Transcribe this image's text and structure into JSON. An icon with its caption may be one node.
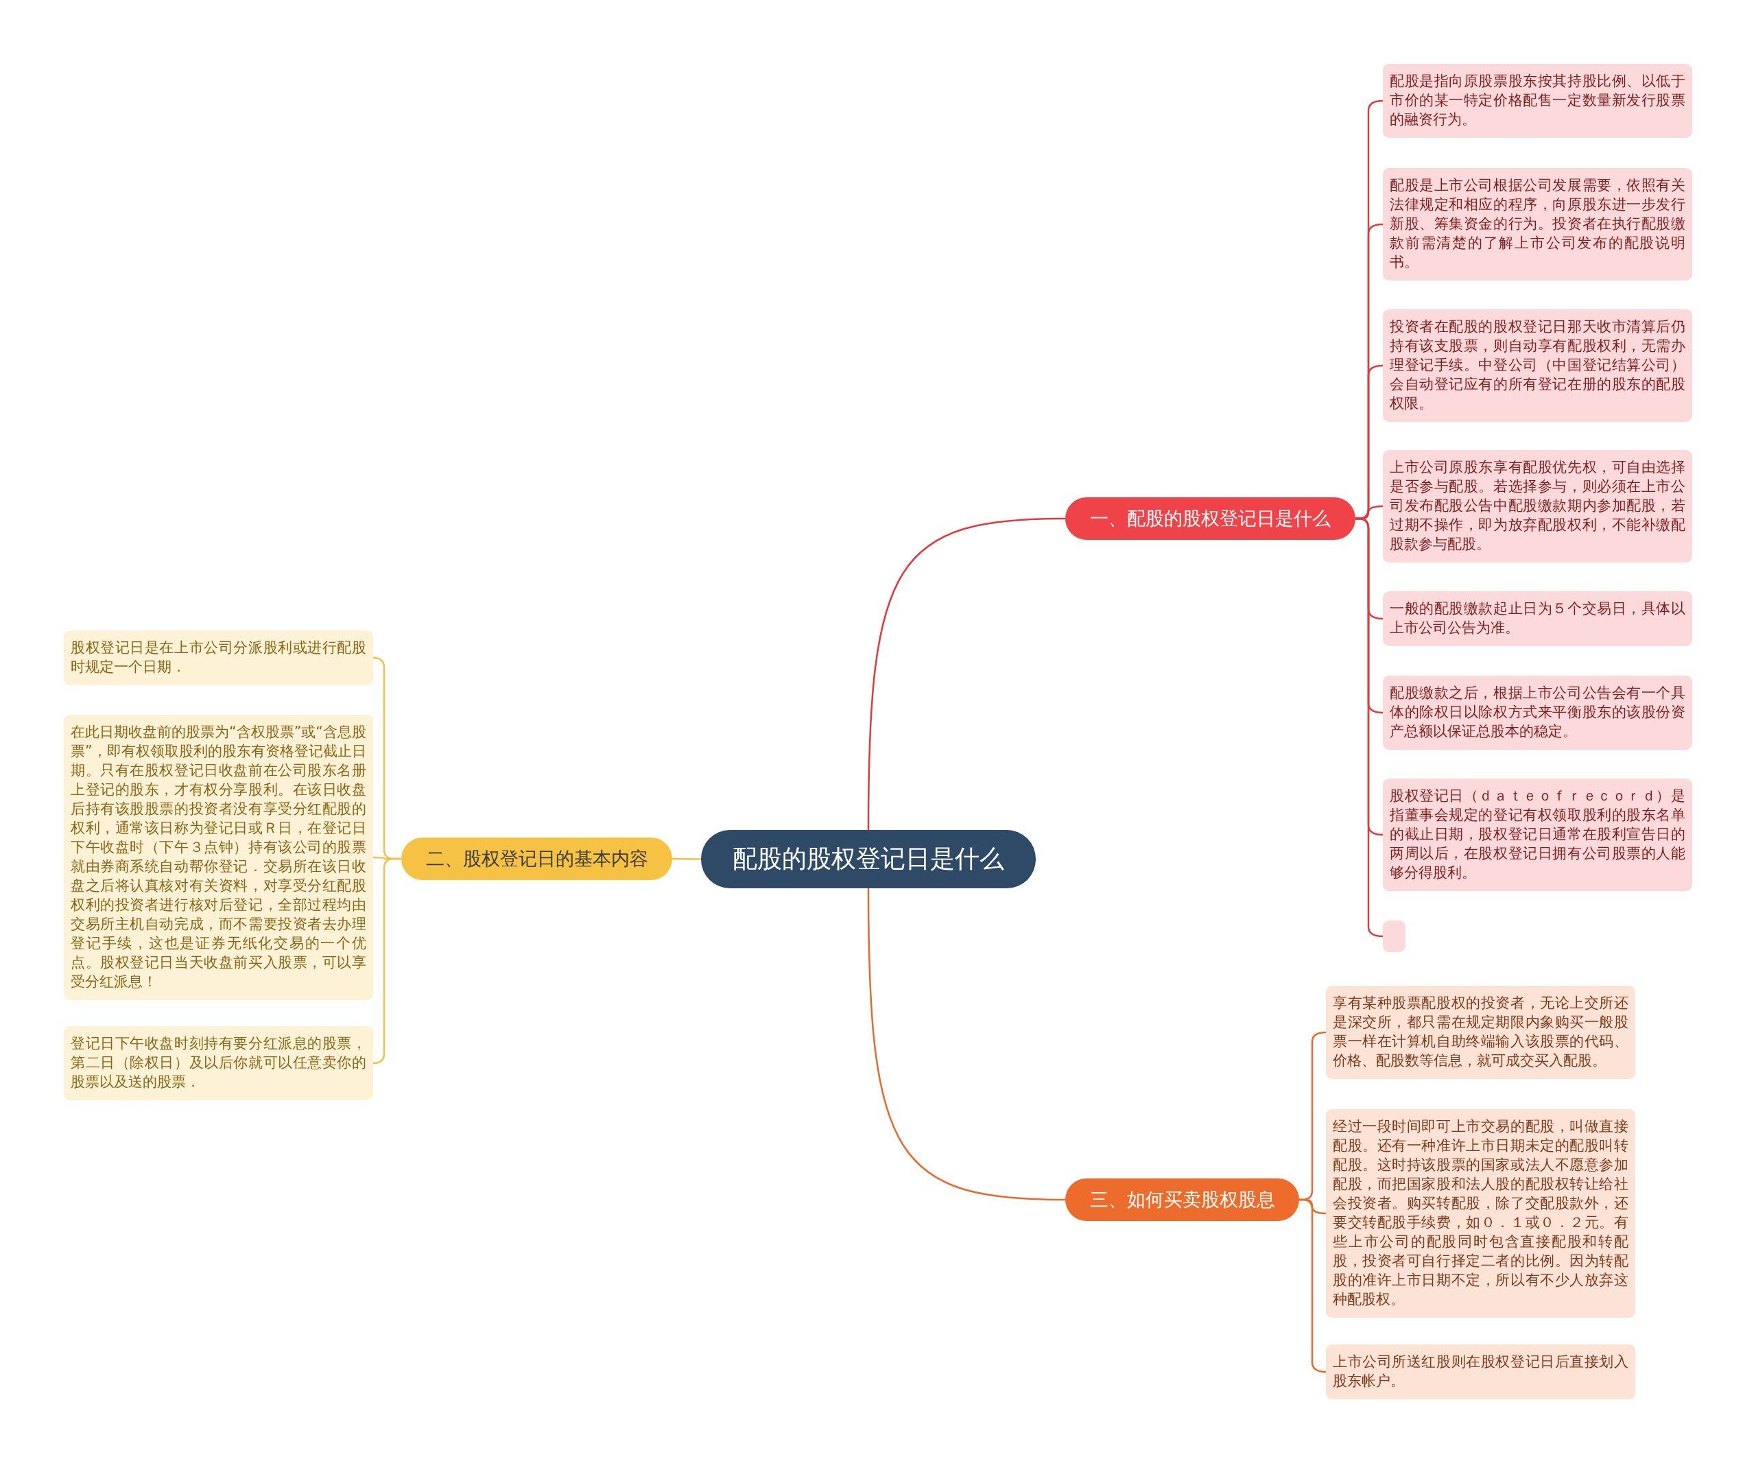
{
  "diagram": {
    "nodes": [
      {
        "text": [
          "配股的股权登记日是什么"
        ]
      },
      {
        "text": [
          "一、配股的股权登记日是什么"
        ]
      },
      {
        "text": [
          "配股是指向原股票股东按其持股比例、以低于市价的某一特定价格配售一定数量新发行股票的融资行为。"
        ]
      },
      {
        "text": [
          "配股是上市公司根据公司发展需要，依照有关法律规定和相应的程序，向原股东进一步发行新股、筹集资金的行为。投资者在执行配股缴款前需清楚的了解上市公司发布的配股说明书。"
        ]
      },
      {
        "text": [
          "投资者在配股的股权登记日那天收市清算后仍持有该支股票，则自动享有配股权利，无需办理登记手续。中登公司（中国登记结算公司）会自动登记应有的所有登记在册的股东的配股权限。"
        ]
      },
      {
        "text": [
          "上市公司原股东享有配股优先权，可自由选择是否参与配股。若选择参与，则必须在上市公司发布配股公告中配股缴款期内参加配股，若过期不操作，即为放弃配股权利，不能补缴配股款参与配股。"
        ]
      },
      {
        "text": [
          "一般的配股缴款起止日为５个交易日，具体以上市公司公告为准。"
        ]
      },
      {
        "text": [
          "配股缴款之后，根据上市公司公告会有一个具体的除权日以除权方式来平衡股东的该股份资产总额以保证总股本的稳定。"
        ]
      },
      {
        "text": [
          "股权登记日（ｄａｔｅｏｆｒｅｃｏｒｄ）是指董事会规定的登记有权领取股利的股东名单的截止日期，股权登记日通常在股利宣告日的两周以后，在股权登记日拥有公司股票的人能够分得股利。"
        ]
      },
      {
        "text": [],
        "shape": "box"
      },
      {
        "text": [
          "二、股权登记日的基本内容"
        ]
      },
      {
        "text": [
          "股权登记日是在上市公司分派股利或进行配股时规定一个日期．"
        ]
      },
      {
        "text": [
          "在此日期收盘前的股票为“含权股票”或“含息股票”，即有权领取股利的股东有资格登记截止日期。只有在股权登记日收盘前在公司股东名册上登记的股东，才有权分享股利。在该日收盘后持有该股股票的投资者没有享受分红配股的权利，通常该日称为登记日或Ｒ日，在登记日下午收盘时（下午３点钟）持有该公司的股票就由券商系统自动帮你登记．交易所在该日收盘之后将认真核对有关资料，对享受分红配股权利的投资者进行核对后登记，全部过程均由交易所主机自动完成，而不需要投资者去办理登记手续，这也是证券无纸化交易的一个优点。股权登记日当天收盘前买入股票，可以享受分红派息！"
        ]
      },
      {
        "text": [
          "登记日下午收盘时刻持有要分红派息的股票，第二日（除权日）及以后你就可以任意卖你的股票以及送的股票．"
        ]
      },
      {
        "text": [
          "三、如何买卖股权股息"
        ]
      },
      {
        "text": [
          "享有某种股票配股权的投资者，无论上交所还是深交所，都只需在规定期限内象购买一般股票一样在计算机自助终端输入该股票的代码、价格、配股数等信息，就可成交买入配股。"
        ]
      },
      {
        "text": [
          "经过一段时间即可上市交易的配股，叫做直接配股。还有一种准许上市日期未定的配股叫转配股。这时持该股票的国家或法人不愿意参加配股，而把国家股和法人股的配股权转让给社会投资者。购买转配股，除了交配股款外，还要交转配股手续费，如０．１或０．２元。有些上市公司的配股同时包含直接配股和转配股，投资者可自行择定二者的比例。因为转配股的准许上市日期不定，所以有不少人放弃这种配股权。"
        ]
      },
      {
        "text": [
          "上市公司所送红股则在股权登记日后直接划入股东帐户。"
        ]
      }
    ],
    "edges": [
      {
        "from": 0,
        "to": 1,
        "arrow": "none"
      },
      {
        "from": 1,
        "to": 2,
        "arrow": "none"
      },
      {
        "from": 1,
        "to": 3,
        "arrow": "none"
      },
      {
        "from": 1,
        "to": 4,
        "arrow": "none"
      },
      {
        "from": 1,
        "to": 5,
        "arrow": "none"
      },
      {
        "from": 1,
        "to": 6,
        "arrow": "none"
      },
      {
        "from": 1,
        "to": 7,
        "arrow": "none"
      },
      {
        "from": 1,
        "to": 8,
        "arrow": "none"
      },
      {
        "from": 1,
        "to": 9,
        "arrow": "none"
      },
      {
        "from": 0,
        "to": 10,
        "arrow": "none",
        "color": "#f5c243"
      },
      {
        "from": 10,
        "to": 11,
        "arrow": "none",
        "color": "#f5c243"
      },
      {
        "from": 10,
        "to": 12,
        "arrow": "none",
        "color": "#f5c243"
      },
      {
        "from": 10,
        "to": 13,
        "arrow": "none",
        "color": "#f5c243"
      },
      {
        "from": 0,
        "to": 14,
        "arrow": "none",
        "color": "#e8692a"
      },
      {
        "from": 14,
        "to": 15,
        "arrow": "none",
        "color": "#e8692a"
      },
      {
        "from": 14,
        "to": 16,
        "arrow": "none",
        "color": "#e8692a"
      },
      {
        "from": 14,
        "to": 17,
        "arrow": "none",
        "color": "#e8692a"
      }
    ]
  }
}
